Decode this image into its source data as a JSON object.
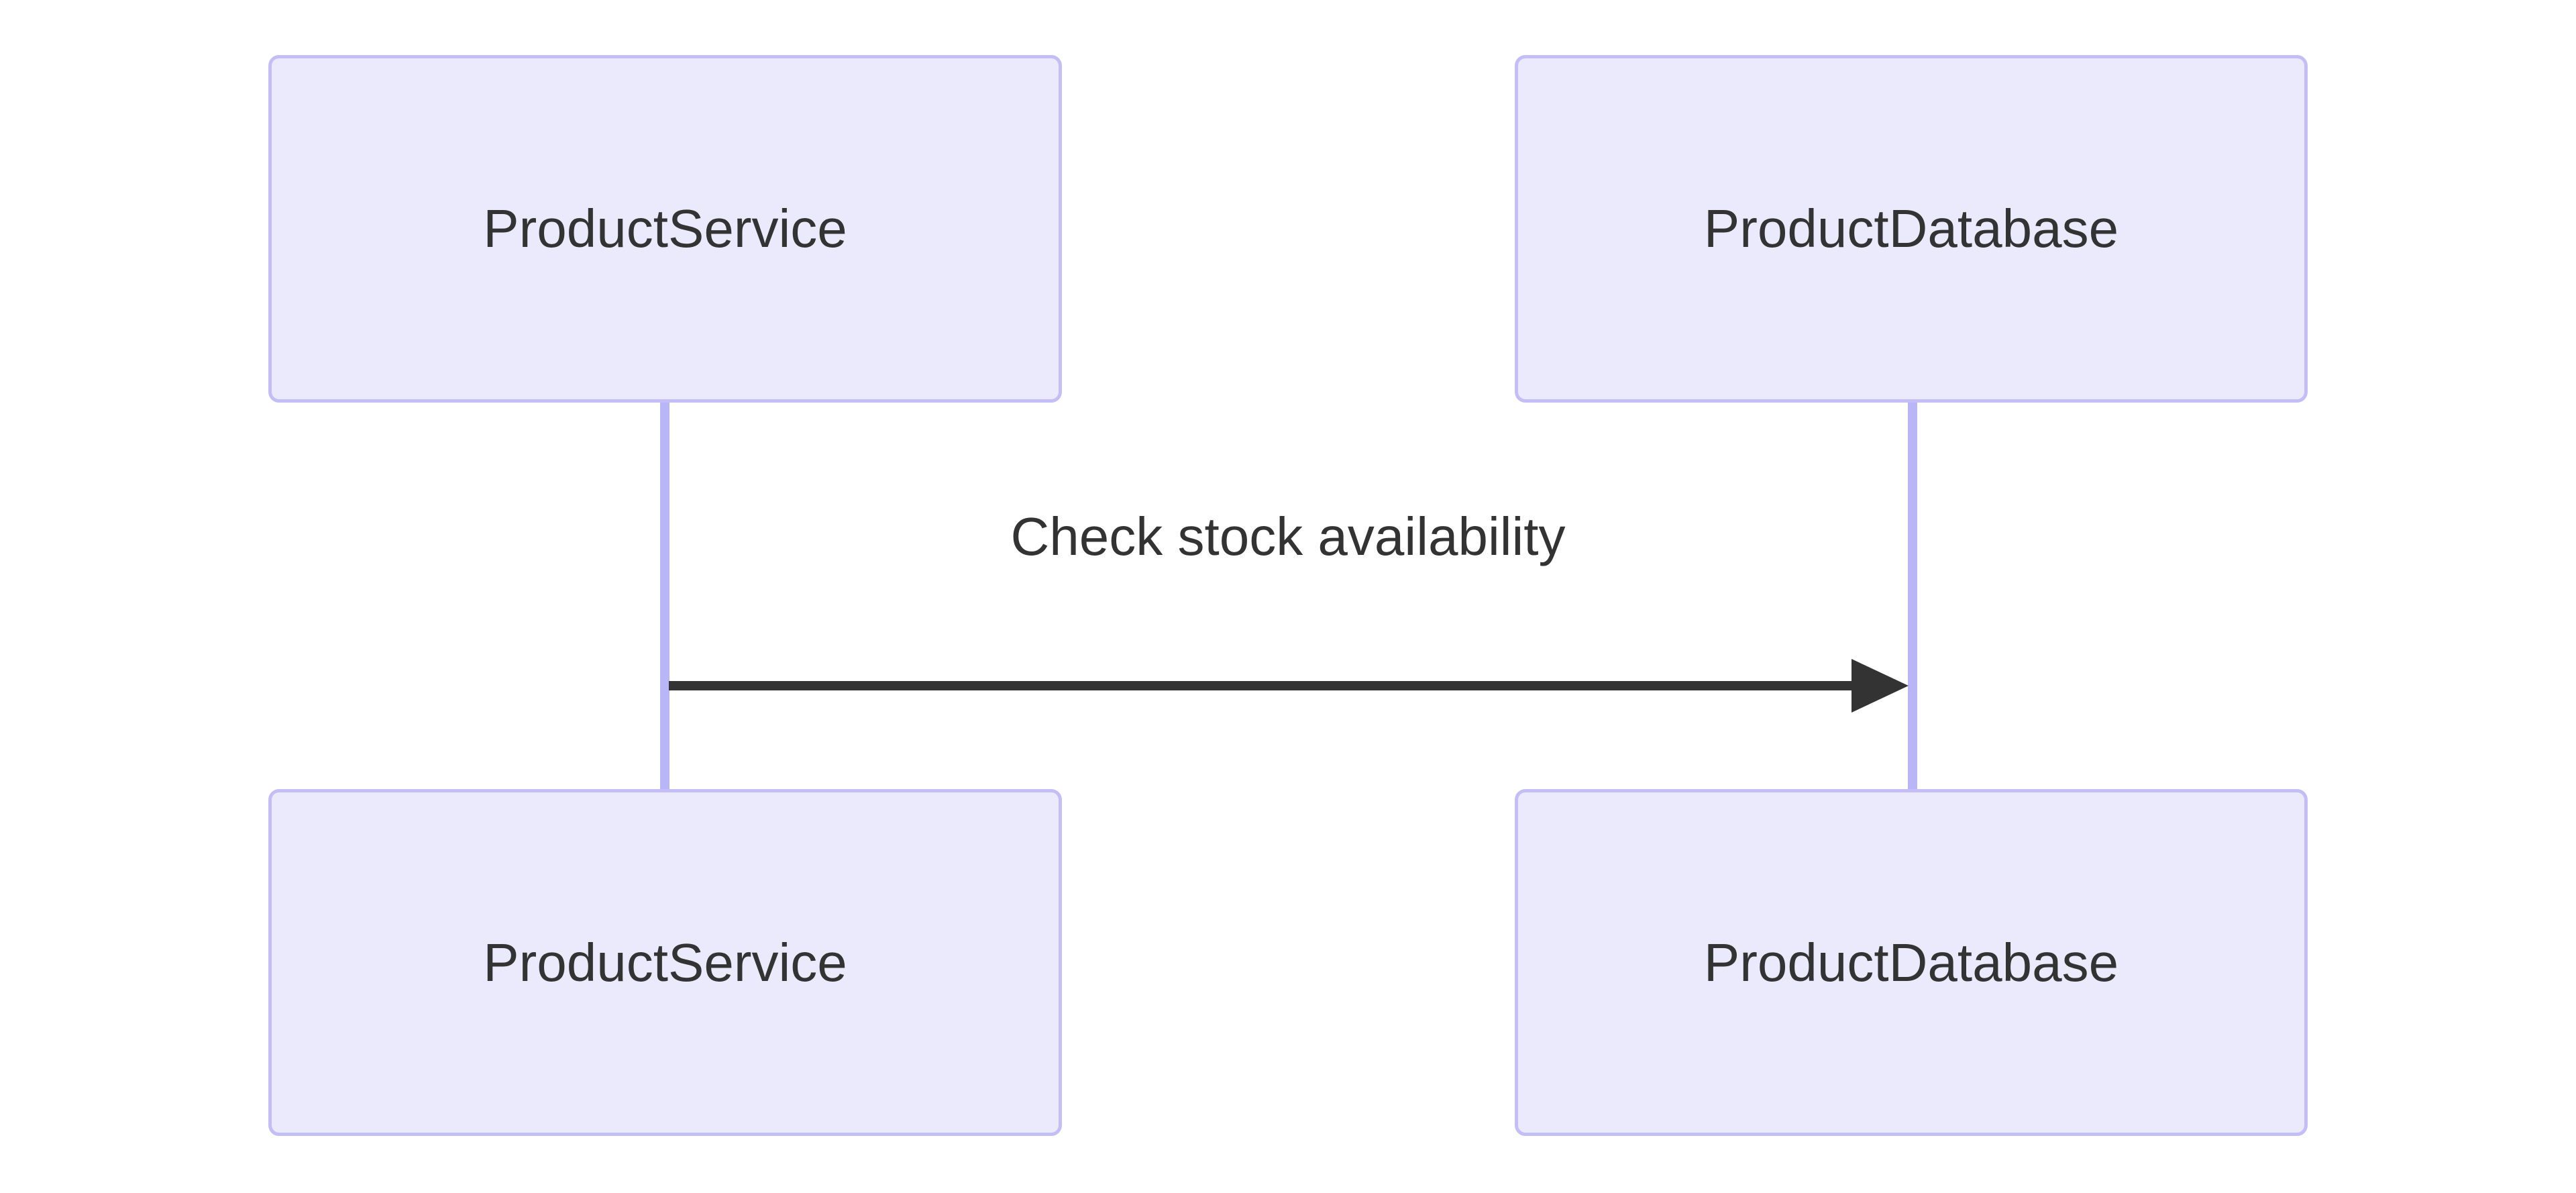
{
  "diagram": {
    "type": "sequence-diagram",
    "background_color": "#ffffff",
    "participants": [
      {
        "id": "product-service",
        "name": "ProductService",
        "top_label": "ProductService",
        "bottom_label": "ProductService"
      },
      {
        "id": "product-database",
        "name": "ProductDatabase",
        "top_label": "ProductDatabase",
        "bottom_label": "ProductDatabase"
      }
    ],
    "messages": [
      {
        "id": "msg-1",
        "label": "Check stock availability",
        "from": "ProductService",
        "to": "ProductDatabase",
        "direction": "right",
        "arrow_style": "solid-filled-head"
      }
    ],
    "colors": {
      "box_fill": "#ebe9fc",
      "box_border": "#c3bef7",
      "lifeline": "#b9b6f8",
      "text": "#333333",
      "arrow": "#333333"
    }
  }
}
